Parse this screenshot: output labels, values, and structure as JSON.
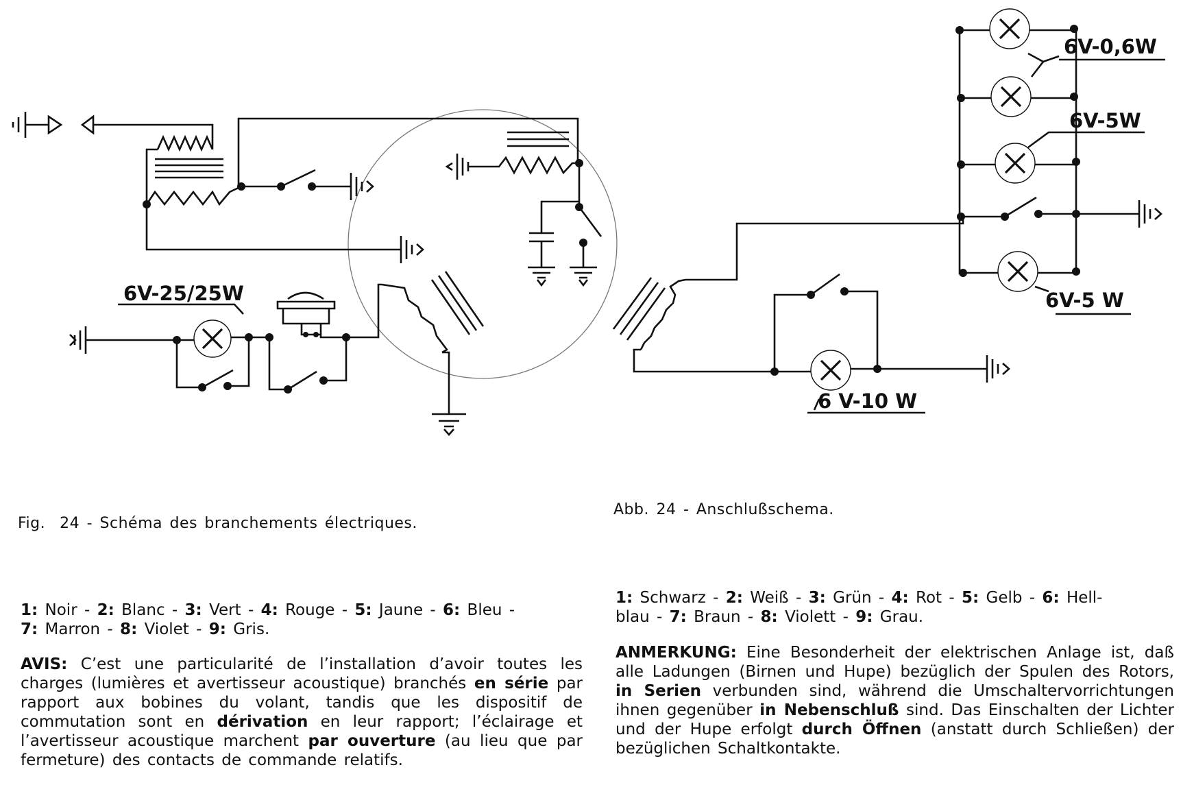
{
  "labels": {
    "lamp_small": "6V-0,6W",
    "lamp_mid": "6V-5W",
    "lamp_bottom": "6V-5 W",
    "lamp_head": "6V-25/25W",
    "lamp_tail": "6 V-10 W"
  },
  "captions": {
    "fr": "Fig.  24 - Schéma des branchements électriques.",
    "de": "Abb. 24 - Anschlußschema."
  },
  "colors_fr": {
    "l1": "1",
    "n1": "Noir",
    "l2": "2",
    "n2": "Blanc",
    "l3": "3",
    "n3": "Vert",
    "l4": "4",
    "n4": "Rouge",
    "l5": "5",
    "n5": "Jaune",
    "l6": "6",
    "n6": "Bleu",
    "l7": "7",
    "n7": "Marron",
    "l8": "8",
    "n8": "Violet",
    "l9": "9",
    "n9": "Gris"
  },
  "colors_de": {
    "l1": "1",
    "n1": "Schwarz",
    "l2": "2",
    "n2": "Weiß",
    "l3": "3",
    "n3": "Grün",
    "l4": "4",
    "n4": "Rot",
    "l5": "5",
    "n5": "Gelb",
    "l6": "6",
    "n6a": "Hell-",
    "n6b": "blau",
    "l7": "7",
    "n7": "Braun",
    "l8": "8",
    "n8": "Violett",
    "l9": "9",
    "n9": "Grau"
  },
  "note_fr": {
    "title": "AVIS:",
    "p1": " C’est une particularité de l’installation d’avoir toutes les charges (lumières et avertisseur acoustique) branchés ",
    "b1": "en série",
    "p2": " par rapport aux bobines du volant, tandis que les dispositif de commutation sont en ",
    "b2": "dérivation",
    "p3": " en leur rapport; l’éclairage et l’avertisseur acoustique marchent ",
    "b3": "par ouverture",
    "p4": " (au lieu que par fermeture) des contacts de commande relatifs."
  },
  "note_de": {
    "title": "ANMERKUNG:",
    "p1": " Eine Besonderheit der elektrischen Anlage ist, daß alle Ladungen (Birnen und Hupe) bezüglich der Spulen des Rotors, ",
    "b1": "in Serien",
    "p2": " verbunden sind, während die Umschaltervorrichtungen ihnen gegenüber ",
    "b2": "in Nebenschluß",
    "p3": " sind. Das Einschalten der Lichter und der Hupe erfolgt ",
    "b3": "durch Öffnen",
    "p4": " (anstatt durch Schließen) der bezüglichen Schaltkontakte."
  }
}
